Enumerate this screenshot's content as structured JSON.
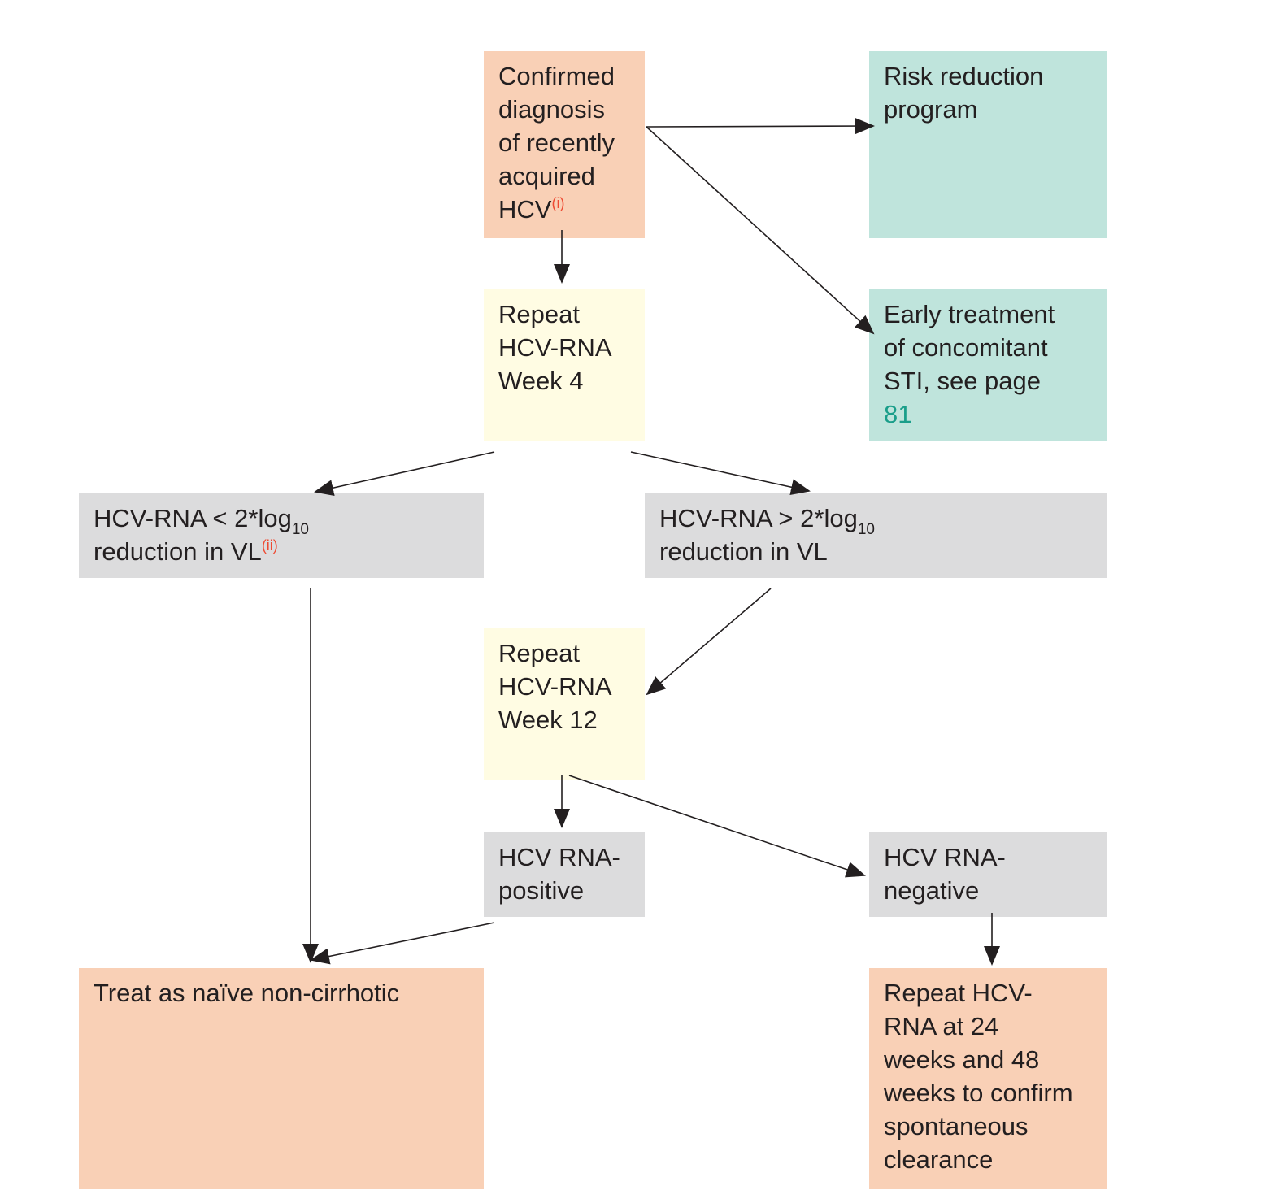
{
  "nodes": {
    "confirmed": {
      "lines": [
        "Confirmed",
        "diagnosis",
        "of recently",
        "acquired",
        "HCV"
      ],
      "ref": "(i)"
    },
    "risk_reduction": {
      "lines": [
        "Risk reduction",
        "program"
      ]
    },
    "early_treatment": {
      "lines": [
        "Early treatment",
        "of concomitant",
        "STI, see page"
      ],
      "page_link": "81"
    },
    "repeat_week4": {
      "lines": [
        "Repeat",
        "HCV-RNA",
        "Week 4"
      ]
    },
    "less_reduction": {
      "line1_prefix": "HCV-RNA < 2*log",
      "line1_sub": "10",
      "line2": "reduction in VL",
      "ref": "(ii)"
    },
    "greater_reduction": {
      "line1_prefix": "HCV-RNA > 2*log",
      "line1_sub": "10",
      "line2": "reduction in VL"
    },
    "repeat_week12": {
      "lines": [
        "Repeat",
        "HCV-RNA",
        "Week 12"
      ]
    },
    "rna_positive": {
      "lines": [
        "HCV RNA-",
        "positive"
      ]
    },
    "rna_negative": {
      "lines": [
        "HCV RNA-",
        "negative"
      ]
    },
    "treat_naive": {
      "lines": [
        "Treat as naïve non-cirrhotic"
      ]
    },
    "repeat_24_48": {
      "lines": [
        "Repeat HCV-",
        "RNA at 24",
        "weeks and 48",
        "weeks to confirm",
        "spontaneous",
        "clearance"
      ]
    }
  },
  "edges": [
    {
      "from": "confirmed",
      "to": "risk_reduction"
    },
    {
      "from": "confirmed",
      "to": "early_treatment"
    },
    {
      "from": "confirmed",
      "to": "repeat_week4"
    },
    {
      "from": "repeat_week4",
      "to": "less_reduction"
    },
    {
      "from": "repeat_week4",
      "to": "greater_reduction"
    },
    {
      "from": "greater_reduction",
      "to": "repeat_week12"
    },
    {
      "from": "less_reduction",
      "to": "treat_naive"
    },
    {
      "from": "repeat_week12",
      "to": "rna_positive"
    },
    {
      "from": "repeat_week12",
      "to": "rna_negative"
    },
    {
      "from": "rna_positive",
      "to": "treat_naive"
    },
    {
      "from": "rna_negative",
      "to": "repeat_24_48"
    }
  ],
  "colors": {
    "salmon": "#f9d0b6",
    "teal": "#bfe4dc",
    "cream": "#fffce3",
    "grey": "#dcdcdd",
    "reference": "#ee4a32",
    "page_link": "#1a9e8a",
    "arrow": "#231f20"
  }
}
